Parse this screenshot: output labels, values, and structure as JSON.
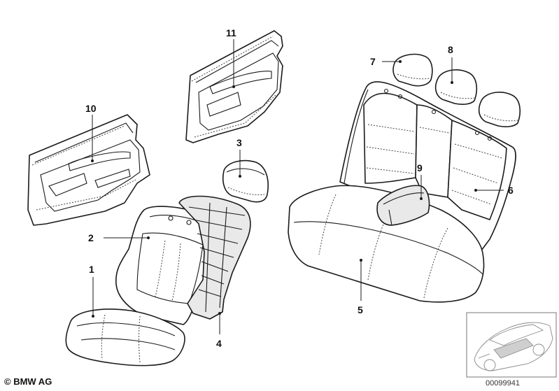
{
  "diagram": {
    "callouts": [
      {
        "id": "1",
        "label": "1"
      },
      {
        "id": "2",
        "label": "2"
      },
      {
        "id": "3",
        "label": "3"
      },
      {
        "id": "4",
        "label": "4"
      },
      {
        "id": "5",
        "label": "5"
      },
      {
        "id": "6",
        "label": "6"
      },
      {
        "id": "7",
        "label": "7"
      },
      {
        "id": "8",
        "label": "8"
      },
      {
        "id": "9",
        "label": "9"
      },
      {
        "id": "10",
        "label": "10"
      },
      {
        "id": "11",
        "label": "11"
      }
    ]
  },
  "footer": {
    "copyright": "© BMW AG",
    "document_number": "00099941"
  }
}
